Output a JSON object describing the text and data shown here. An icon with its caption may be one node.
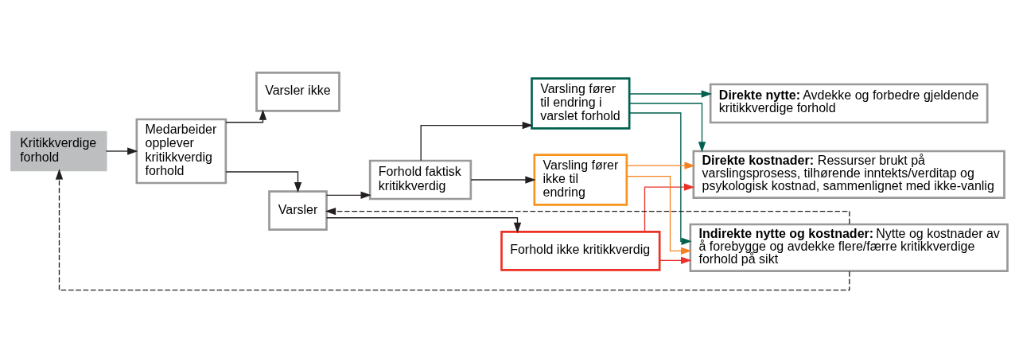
{
  "diagram": {
    "nodes": [
      {
        "text": [
          "Kritikkverdige forhold"
        ]
      },
      {
        "text": [
          "Medarbeider opplever kritikkverdig forhold"
        ]
      },
      {
        "text": [
          "Varsler"
        ]
      },
      {
        "text": [
          "Varsler ikke"
        ]
      },
      {
        "text": [
          "Forhold faktisk kritikkverdig"
        ]
      },
      {
        "text": [
          "Forhold ikke kritikkverdig"
        ]
      },
      {
        "text": [
          "Varsling fører til endring i varslet forhold"
        ]
      },
      {
        "text": [
          "Varsling fører ikke til endring"
        ]
      },
      {
        "text": [
          "**Direkte nytte:** Avdekke og forbedre gjeldende kritikkverdige forhold"
        ]
      },
      {
        "text": [
          "**Direkte kostnader:** Ressurser brukt på varslingsprosess, tilhørende inntekts/verditap og psykologisk kostnad, sammenlignet med ikke-vanlig"
        ]
      },
      {
        "text": [
          "**Indirekte nytte og kostnader:** Nytte og kostnader av å forebygge og avdekke flere/færre kritikkverdige forhold på sikt"
        ]
      }
    ],
    "edges": [
      {
        "from": 0,
        "to": 1,
        "arrow": "to"
      },
      {
        "from": 1,
        "to": 2,
        "arrow": "to"
      },
      {
        "from": 1,
        "to": 3,
        "arrow": "to"
      },
      {
        "from": 2,
        "to": 4,
        "arrow": "to"
      },
      {
        "from": 2,
        "to": 5,
        "arrow": "to"
      },
      {
        "from": 4,
        "to": 6,
        "arrow": "to"
      },
      {
        "from": 4,
        "to": 7,
        "arrow": "to"
      },
      {
        "from": 6,
        "to": 8,
        "arrow": "to",
        "color": "#00604e"
      },
      {
        "from": 6,
        "to": 9,
        "arrow": "to",
        "color": "#00604e"
      },
      {
        "from": 6,
        "to": 10,
        "arrow": "to",
        "color": "#00604e"
      },
      {
        "from": 7,
        "to": 9,
        "arrow": "to",
        "color": "#f58220"
      },
      {
        "from": 7,
        "to": 10,
        "arrow": "to",
        "color": "#f58220"
      },
      {
        "from": 5,
        "to": 9,
        "arrow": "to",
        "color": "#e8322a"
      },
      {
        "from": 5,
        "to": 10,
        "arrow": "to",
        "color": "#e8322a"
      },
      {
        "from": 10,
        "to": 0,
        "arrow": "to",
        "style": "dashed"
      },
      {
        "from": 10,
        "to": 2,
        "arrow": "to",
        "style": "dashed"
      }
    ]
  }
}
